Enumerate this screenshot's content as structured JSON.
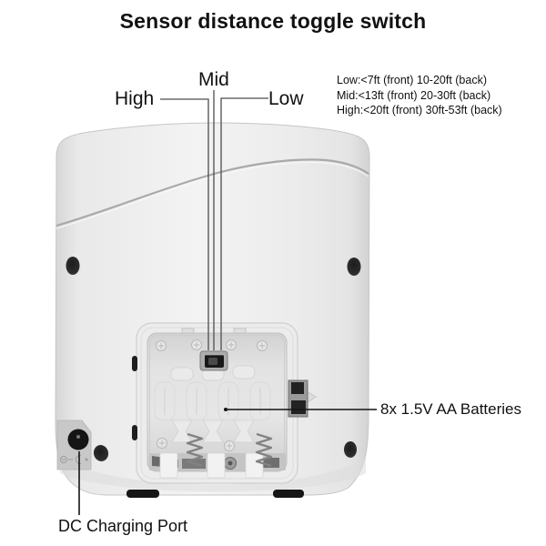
{
  "figure": {
    "title": "Sensor distance toggle switch",
    "legend": {
      "low": "Low:<7ft (front) 10-20ft (back)",
      "mid": "Mid:<13ft (front) 20-30ft (back)",
      "high": "High:<20ft (front) 30ft-53ft (back)"
    },
    "callouts": {
      "high_label": "High",
      "mid_label": "Mid",
      "low_label": "Low",
      "batteries_label": "8x 1.5V AA Batteries",
      "dc_port_label": "DC Charging Port"
    },
    "device": {
      "parts": [
        "sensor-distance-toggle-switch",
        "battery-compartment",
        "battery-connector",
        "dc-charging-port",
        "screw-holes",
        "battery-springs"
      ]
    },
    "colors": {
      "background": "#ffffff",
      "text": "#111111",
      "device_body": "#ededed",
      "device_edge": "#d5d5d5",
      "seam_line": "#a9a9a9",
      "compartment_floor": "#dedede",
      "switch_slot": "#1a1a1a",
      "dc_panel": "#c8c8c8",
      "dc_port": "#151515",
      "leader_line_thin": "#4d4d4d",
      "leader_line_bold": "#141414"
    }
  }
}
